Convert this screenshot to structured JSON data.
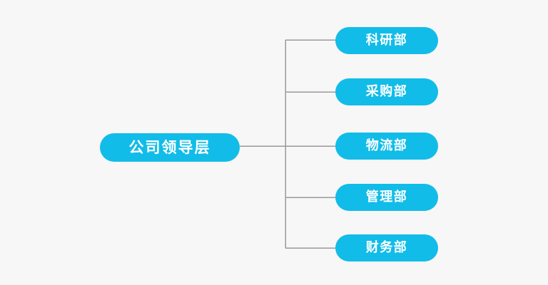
{
  "diagram": {
    "type": "organization-chart",
    "background_color": "#f7f7f7",
    "node_color": "#12bce8",
    "node_text_color": "#ffffff",
    "connector_color": "#999999",
    "root": {
      "label": "公司领导层"
    },
    "children": [
      {
        "label": "科研部"
      },
      {
        "label": "采购部"
      },
      {
        "label": "物流部"
      },
      {
        "label": "管理部"
      },
      {
        "label": "财务部"
      }
    ]
  }
}
